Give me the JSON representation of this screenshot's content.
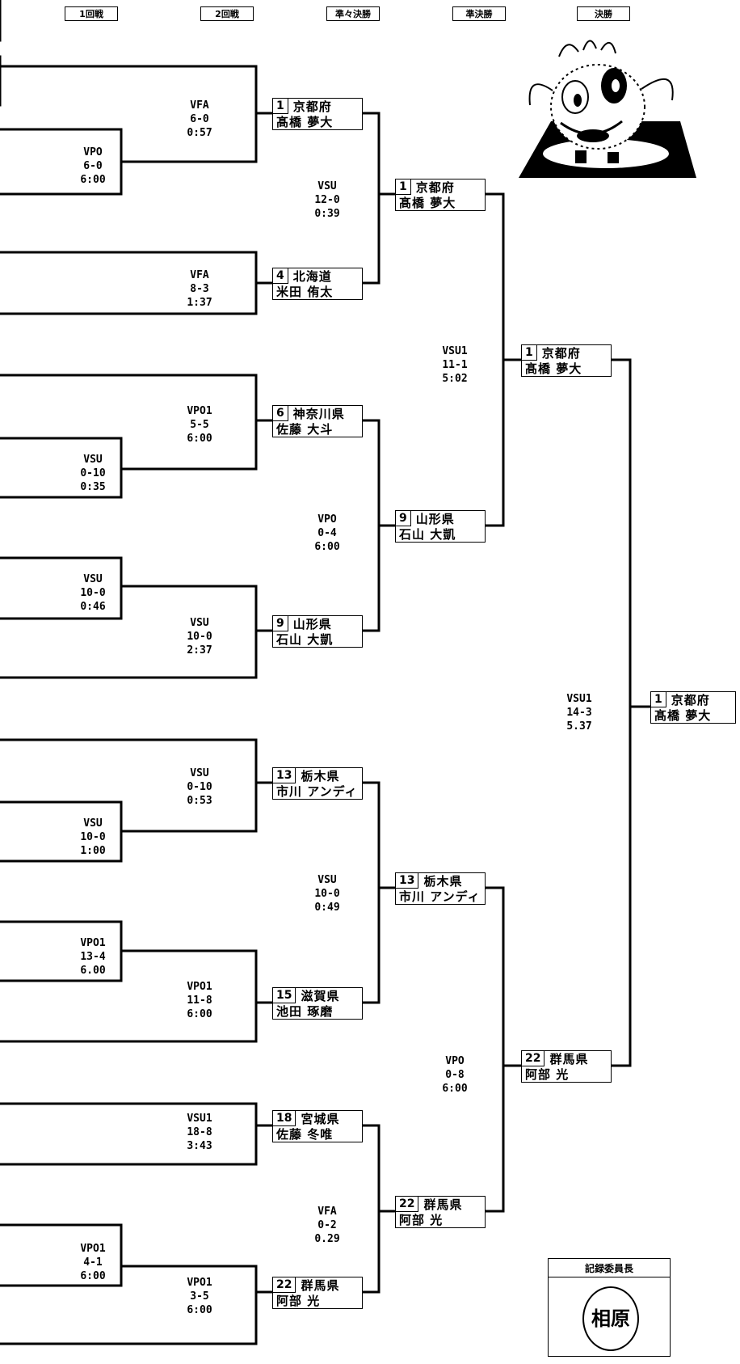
{
  "rounds": [
    "1回戦",
    "2回戦",
    "準々決勝",
    "準決勝",
    "決勝"
  ],
  "qf_entrants": [
    {
      "seed": "1",
      "pref": "京都府",
      "name": "髙橋 夢大"
    },
    {
      "seed": "4",
      "pref": "北海道",
      "name": "米田 侑太"
    },
    {
      "seed": "6",
      "pref": "神奈川県",
      "name": "佐藤 大斗"
    },
    {
      "seed": "9",
      "pref": "山形県",
      "name": "石山 大凱"
    },
    {
      "seed": "13",
      "pref": "栃木県",
      "name": "市川 アンディ"
    },
    {
      "seed": "15",
      "pref": "滋賀県",
      "name": "池田 琢磨"
    },
    {
      "seed": "18",
      "pref": "宮城県",
      "name": "佐藤 冬唯"
    },
    {
      "seed": "22",
      "pref": "群馬県",
      "name": "阿部 光"
    }
  ],
  "sf_entrants": [
    {
      "seed": "1",
      "pref": "京都府",
      "name": "髙橋 夢大"
    },
    {
      "seed": "9",
      "pref": "山形県",
      "name": "石山 大凱"
    },
    {
      "seed": "13",
      "pref": "栃木県",
      "name": "市川 アンディ"
    },
    {
      "seed": "22",
      "pref": "群馬県",
      "name": "阿部 光"
    }
  ],
  "final_entrants": [
    {
      "seed": "1",
      "pref": "京都府",
      "name": "髙橋 夢大"
    },
    {
      "seed": "22",
      "pref": "群馬県",
      "name": "阿部 光"
    }
  ],
  "champion": {
    "seed": "1",
    "pref": "京都府",
    "name": "髙橋 夢大"
  },
  "r1_scores": [
    {
      "code": "VPO",
      "score": "6-0",
      "time": "6:00"
    },
    {
      "code": "VSU",
      "score": "0-10",
      "time": "0:35"
    },
    {
      "code": "VSU",
      "score": "10-0",
      "time": "0:46"
    },
    {
      "code": "VSU",
      "score": "10-0",
      "time": "1:00"
    },
    {
      "code": "VPO1",
      "score": "13-4",
      "time": "6.00"
    },
    {
      "code": "VPO1",
      "score": "4-1",
      "time": "6:00"
    }
  ],
  "r2_scores": [
    {
      "code": "VFA",
      "score": "6-0",
      "time": "0:57"
    },
    {
      "code": "VFA",
      "score": "8-3",
      "time": "1:37"
    },
    {
      "code": "VPO1",
      "score": "5-5",
      "time": "6:00"
    },
    {
      "code": "VSU",
      "score": "10-0",
      "time": "2:37"
    },
    {
      "code": "VSU",
      "score": "0-10",
      "time": "0:53"
    },
    {
      "code": "VPO1",
      "score": "11-8",
      "time": "6:00"
    },
    {
      "code": "VSU1",
      "score": "18-8",
      "time": "3:43"
    },
    {
      "code": "VPO1",
      "score": "3-5",
      "time": "6:00"
    }
  ],
  "qf_scores": [
    {
      "code": "VSU",
      "score": "12-0",
      "time": "0:39"
    },
    {
      "code": "VPO",
      "score": "0-4",
      "time": "6:00"
    },
    {
      "code": "VSU",
      "score": "10-0",
      "time": "0:49"
    },
    {
      "code": "VFA",
      "score": "0-2",
      "time": "0.29"
    }
  ],
  "sf_scores": [
    {
      "code": "VSU1",
      "score": "11-1",
      "time": "5:02"
    },
    {
      "code": "VPO",
      "score": "0-8",
      "time": "6:00"
    }
  ],
  "final_score": {
    "code": "VSU1",
    "score": "14-3",
    "time": "5.37"
  },
  "recorder": {
    "title": "記録委員長",
    "seal": "相原"
  }
}
